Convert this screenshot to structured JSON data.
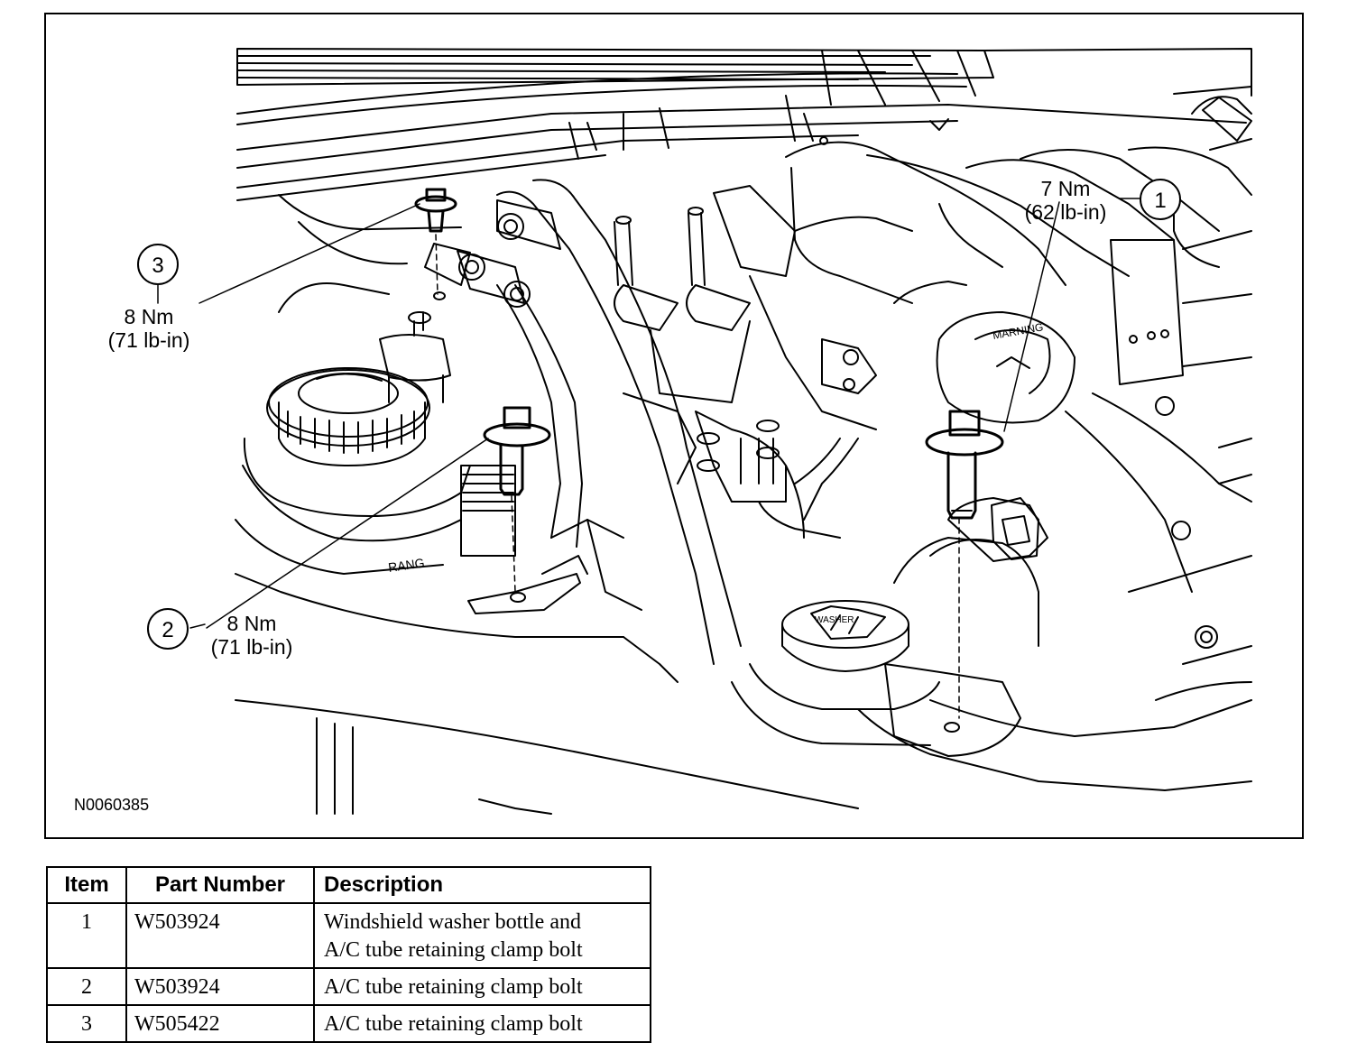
{
  "figure": {
    "figure_id": "N0060385",
    "callouts": [
      {
        "number": "1",
        "torque_nm": "7 Nm",
        "torque_lbin": "(62 lb-in)"
      },
      {
        "number": "2",
        "torque_nm": "8 Nm",
        "torque_lbin": "(71 lb-in)"
      },
      {
        "number": "3",
        "torque_nm": "8 Nm",
        "torque_lbin": "(71 lb-in)"
      }
    ],
    "part_markings": [
      "RANG",
      "WASHER"
    ]
  },
  "table": {
    "headers": {
      "item": "Item",
      "part_number": "Part Number",
      "description": "Description"
    },
    "rows": [
      {
        "item": "1",
        "part_number": "W503924",
        "description_line1": "Windshield washer bottle and",
        "description_line2": "A/C tube retaining clamp bolt"
      },
      {
        "item": "2",
        "part_number": "W503924",
        "description_line1": "A/C tube retaining clamp bolt",
        "description_line2": ""
      },
      {
        "item": "3",
        "part_number": "W505422",
        "description_line1": "A/C tube retaining clamp bolt",
        "description_line2": ""
      }
    ]
  }
}
